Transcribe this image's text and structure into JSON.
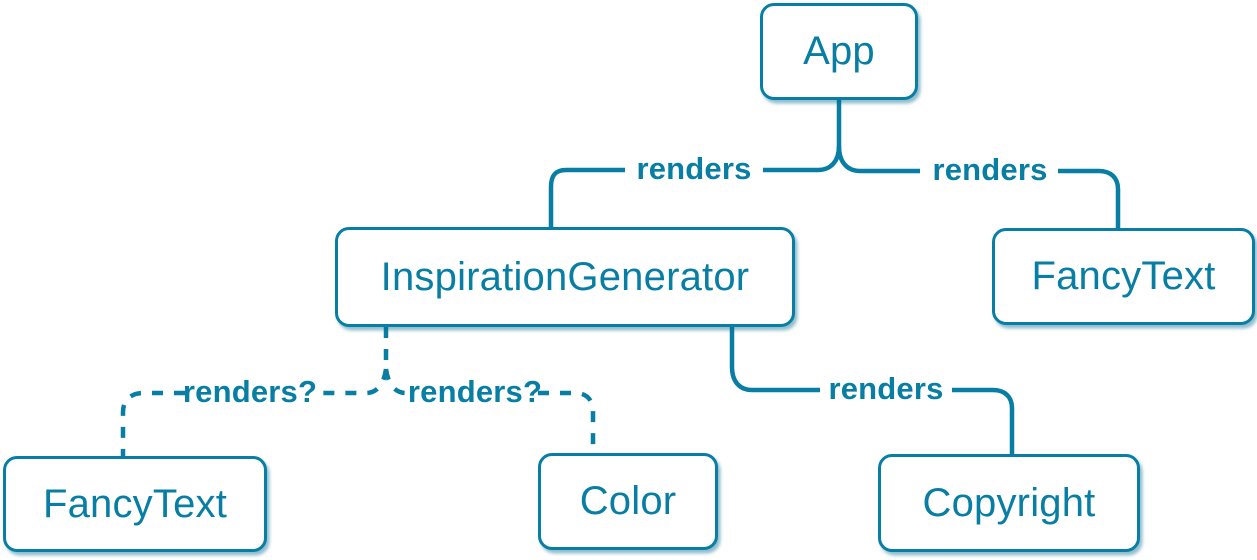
{
  "colors": {
    "accent": "#087ea4",
    "node_fill": "#ffffff",
    "background": "#ffffff",
    "node_shadow": "rgba(10,108,145,0.45)"
  },
  "nodes": {
    "app": {
      "label": "App"
    },
    "inspiration_generator": {
      "label": "InspirationGenerator"
    },
    "fancy_text_top": {
      "label": "FancyText"
    },
    "fancy_text_bottom": {
      "label": "FancyText"
    },
    "color": {
      "label": "Color"
    },
    "copyright": {
      "label": "Copyright"
    }
  },
  "edges": {
    "app_to_inspiration_generator": {
      "label": "renders",
      "style": "solid"
    },
    "app_to_fancy_text": {
      "label": "renders",
      "style": "solid"
    },
    "inspiration_generator_to_fancy_text": {
      "label": "renders?",
      "style": "dashed"
    },
    "inspiration_generator_to_color": {
      "label": "renders?",
      "style": "dashed"
    },
    "inspiration_generator_to_copyright": {
      "label": "renders",
      "style": "solid"
    }
  }
}
